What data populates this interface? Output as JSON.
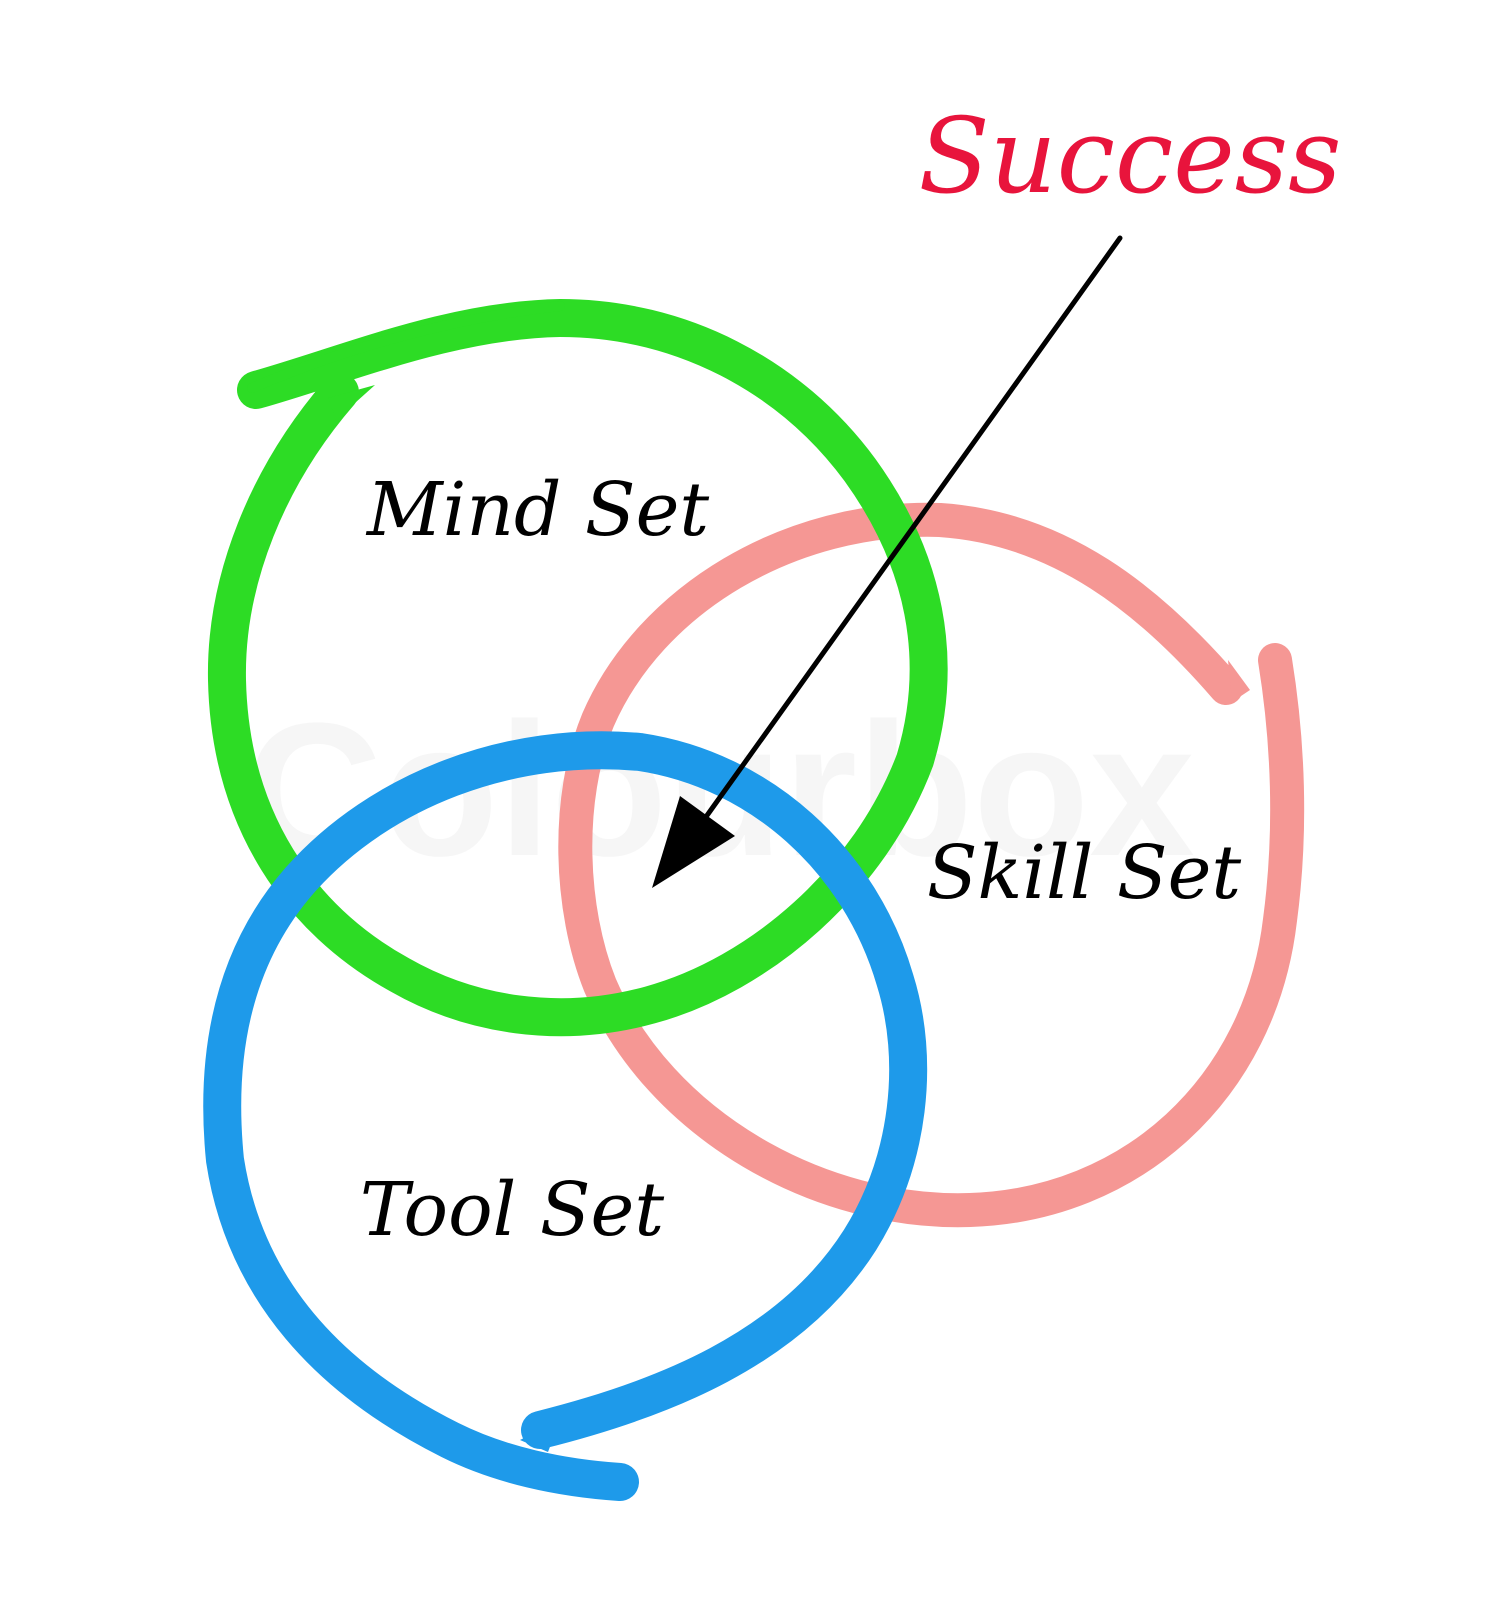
{
  "diagram": {
    "headline": "Success",
    "sets": [
      {
        "id": "mind",
        "label": "Mind Set",
        "color": "#2ddc25"
      },
      {
        "id": "skill",
        "label": "Skill Set",
        "color": "#f59794"
      },
      {
        "id": "tool",
        "label": "Tool Set",
        "color": "#1e9aea"
      }
    ],
    "watermark": "Colourbox",
    "colors": {
      "headline": "#e8143c",
      "arrow": "#000000",
      "label": "#000000",
      "background": "#ffffff"
    }
  }
}
